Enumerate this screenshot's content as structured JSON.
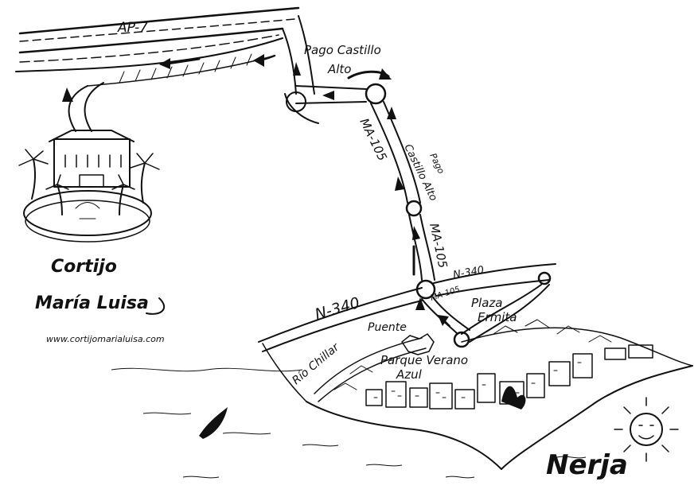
{
  "map": {
    "roads": {
      "motorway": "AP-7",
      "national": "N-340",
      "national_short": "N-340",
      "regional_upper": "MA-105",
      "regional_lower": "MA-105",
      "regional_small": "MA-105"
    },
    "places": {
      "pago_castillo_alto_line1": "Pago Castillo",
      "pago_castillo_alto_line2": "Alto",
      "pago_vertical_1": "Pago",
      "pago_vertical_2": "Castillo Alto",
      "plaza_ermita_line1": "Plaza",
      "plaza_ermita_line2": "Ermita",
      "puente": "Puente",
      "parque_line1": "Parque Verano",
      "parque_line2": "Azul",
      "rio_chillar": "Río Chillar",
      "town": "Nerja"
    },
    "brand": {
      "logo_line1": "Cortijo",
      "logo_line2": "María Luisa",
      "website": "www.cortijomarialuisa.com"
    },
    "icons": [
      "hotel-illustration-icon",
      "sun-icon",
      "sailboat-icon",
      "roundabout-icon",
      "direction-arrow-icon"
    ]
  }
}
